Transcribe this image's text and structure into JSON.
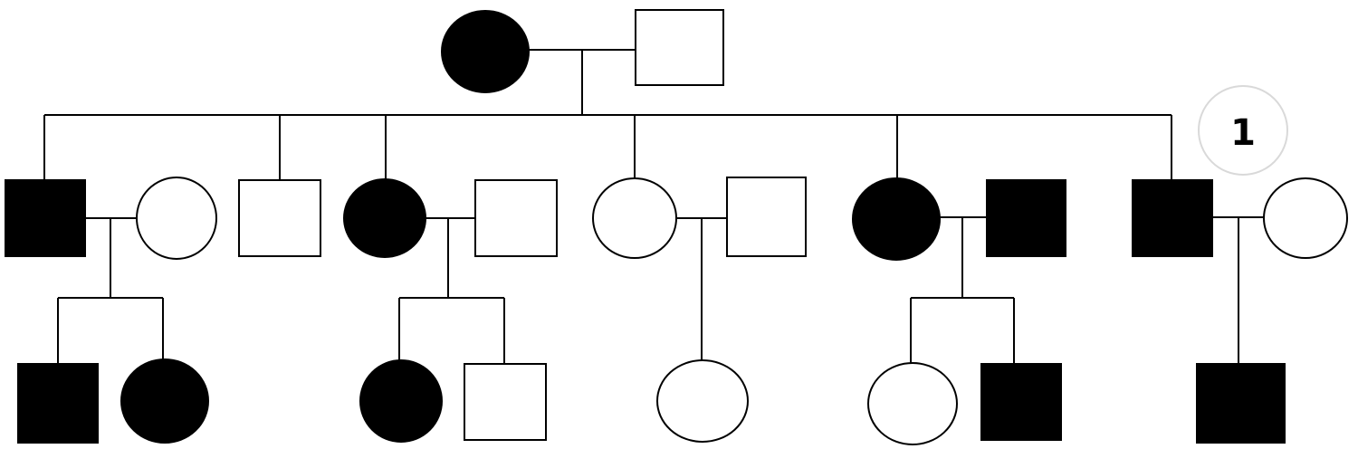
{
  "colors": {
    "affected": "#000000",
    "unaffected": "#ffffff",
    "stroke": "#000000"
  },
  "generations": [
    {
      "individuals": [
        {
          "id": "g1-mother",
          "sex": "female",
          "affected": true
        },
        {
          "id": "g1-father",
          "sex": "male",
          "affected": false
        }
      ]
    },
    {
      "individuals": [
        {
          "id": "g2-son-1",
          "sex": "male",
          "affected": true
        },
        {
          "id": "g2-spouse-1",
          "sex": "female",
          "affected": false
        },
        {
          "id": "g2-son-2",
          "sex": "male",
          "affected": false
        },
        {
          "id": "g2-daughter-1",
          "sex": "female",
          "affected": true
        },
        {
          "id": "g2-spouse-2",
          "sex": "male",
          "affected": false
        },
        {
          "id": "g2-daughter-2",
          "sex": "female",
          "affected": false
        },
        {
          "id": "g2-spouse-3",
          "sex": "male",
          "affected": false
        },
        {
          "id": "g2-daughter-3",
          "sex": "female",
          "affected": true
        },
        {
          "id": "g2-spouse-4",
          "sex": "male",
          "affected": true
        },
        {
          "id": "g2-son-3",
          "sex": "male",
          "affected": true
        },
        {
          "id": "g2-spouse-5",
          "sex": "female",
          "affected": false
        }
      ]
    },
    {
      "individuals": [
        {
          "id": "g3-son-1",
          "sex": "male",
          "affected": true
        },
        {
          "id": "g3-daughter-1",
          "sex": "female",
          "affected": true
        },
        {
          "id": "g3-daughter-2",
          "sex": "female",
          "affected": true
        },
        {
          "id": "g3-son-2",
          "sex": "male",
          "affected": false
        },
        {
          "id": "g3-daughter-3",
          "sex": "female",
          "affected": false
        },
        {
          "id": "g3-daughter-4",
          "sex": "female",
          "affected": false
        },
        {
          "id": "g3-son-3",
          "sex": "male",
          "affected": true
        },
        {
          "id": "g3-son-4",
          "sex": "male",
          "affected": true
        }
      ]
    }
  ],
  "annotation": {
    "label": "1"
  }
}
